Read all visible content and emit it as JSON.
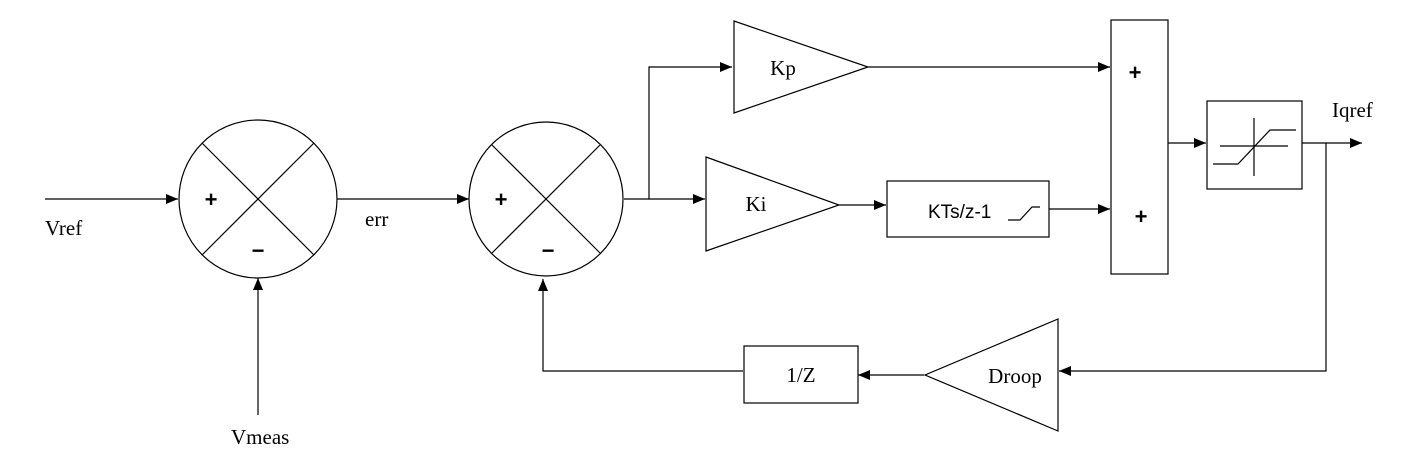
{
  "signals": {
    "vref": "Vref",
    "vmeas": "Vmeas",
    "err": "err",
    "iqref": "Iqref"
  },
  "blocks": {
    "kp": "Kp",
    "ki": "Ki",
    "integrator": "KTs/z-1",
    "droop": "Droop",
    "delay": "1/Z"
  },
  "summer1": {
    "plus": "+",
    "minus": "−"
  },
  "summer2": {
    "plus": "+",
    "minus": "−"
  },
  "summer3": {
    "plus_top": "+",
    "plus_bottom": "+"
  }
}
